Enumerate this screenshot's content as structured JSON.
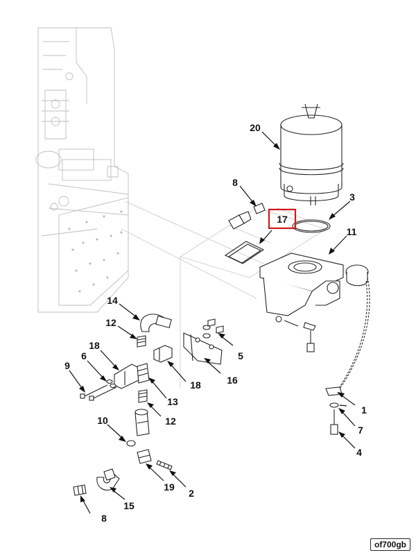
{
  "drawing_id": "of700gb",
  "highlighted_callout": "17",
  "callouts": [
    {
      "key": "c20",
      "label": "20"
    },
    {
      "key": "c8a",
      "label": "8"
    },
    {
      "key": "c3",
      "label": "3"
    },
    {
      "key": "c17",
      "label": "17"
    },
    {
      "key": "c11",
      "label": "11"
    },
    {
      "key": "c14",
      "label": "14"
    },
    {
      "key": "c12a",
      "label": "12"
    },
    {
      "key": "c5",
      "label": "5"
    },
    {
      "key": "c18a",
      "label": "18"
    },
    {
      "key": "c16",
      "label": "16"
    },
    {
      "key": "c9",
      "label": "9"
    },
    {
      "key": "c6",
      "label": "6"
    },
    {
      "key": "c18b",
      "label": "18"
    },
    {
      "key": "c13",
      "label": "13"
    },
    {
      "key": "c1",
      "label": "1"
    },
    {
      "key": "c12b",
      "label": "12"
    },
    {
      "key": "c10",
      "label": "10"
    },
    {
      "key": "c7",
      "label": "7"
    },
    {
      "key": "c4",
      "label": "4"
    },
    {
      "key": "c19",
      "label": "19"
    },
    {
      "key": "c2",
      "label": "2"
    },
    {
      "key": "c15",
      "label": "15"
    },
    {
      "key": "c8b",
      "label": "8"
    }
  ]
}
